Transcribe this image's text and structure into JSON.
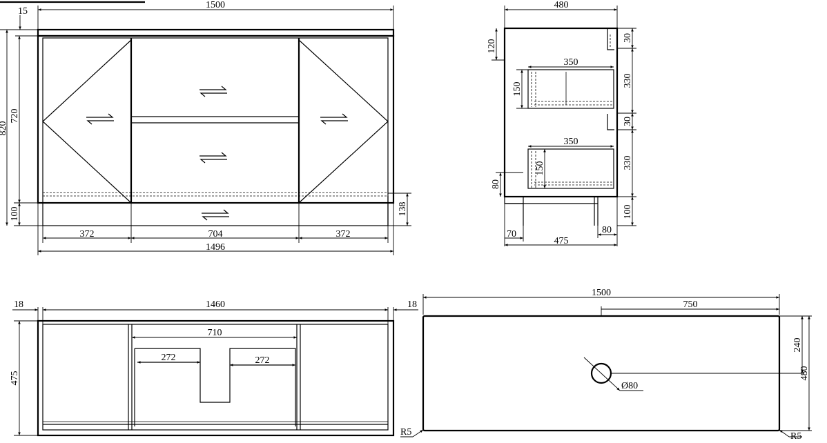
{
  "front_view": {
    "dims": {
      "top_thickness": "15",
      "overall_width": "1500",
      "cabinet_height": "720",
      "clipped_overall_height": "820",
      "kick_height": "100",
      "kick_height_right": "138",
      "left_door_width": "372",
      "center_width": "704",
      "right_door_width": "372",
      "base_width": "1496"
    }
  },
  "side_view": {
    "dims": {
      "depth_top": "480",
      "top_drawer_front": "120",
      "top_gap": "30",
      "drawer1_depth": "350",
      "drawer1_height": "150",
      "drawer1_space": "330",
      "mid_gap": "30",
      "drawer2_depth": "350",
      "drawer2_height": "150",
      "drawer2_space": "330",
      "plinth_left": "80",
      "plinth_right": "100",
      "foot_offset_left": "70",
      "foot_offset_right": "80",
      "depth_bottom": "475"
    }
  },
  "plan_view": {
    "dims": {
      "left_side": "18",
      "inner_width": "1460",
      "right_side": "18",
      "center_section": "710",
      "left_cutout": "272",
      "right_cutout": "272",
      "depth": "475"
    }
  },
  "top_view": {
    "dims": {
      "overall_width": "1500",
      "hole_offset": "750",
      "hole_depth_offset": "240",
      "overall_depth": "480",
      "hole_diameter": "Ø80",
      "radius_left": "R5",
      "radius_right": "R5"
    }
  }
}
